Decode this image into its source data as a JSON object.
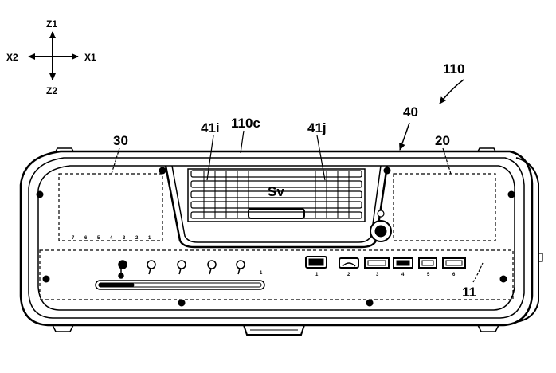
{
  "axes": {
    "z1": "Z1",
    "z2": "Z2",
    "x1": "X1",
    "x2": "X2"
  },
  "labels": {
    "ref_110": "110",
    "ref_110c": "110c",
    "ref_40": "40",
    "ref_30": "30",
    "ref_20": "20",
    "ref_41i": "41i",
    "ref_41j": "41j",
    "ref_11": "11",
    "ref_sv": "Sv"
  },
  "left_panel_numbers": [
    "7",
    "6",
    "5",
    "4",
    "3",
    "2",
    "1"
  ],
  "knob_row_number": "1",
  "port_numbers": [
    "1",
    "2",
    "3",
    "4",
    "5",
    "6"
  ],
  "colors": {
    "line": "#000000",
    "background": "#ffffff"
  }
}
